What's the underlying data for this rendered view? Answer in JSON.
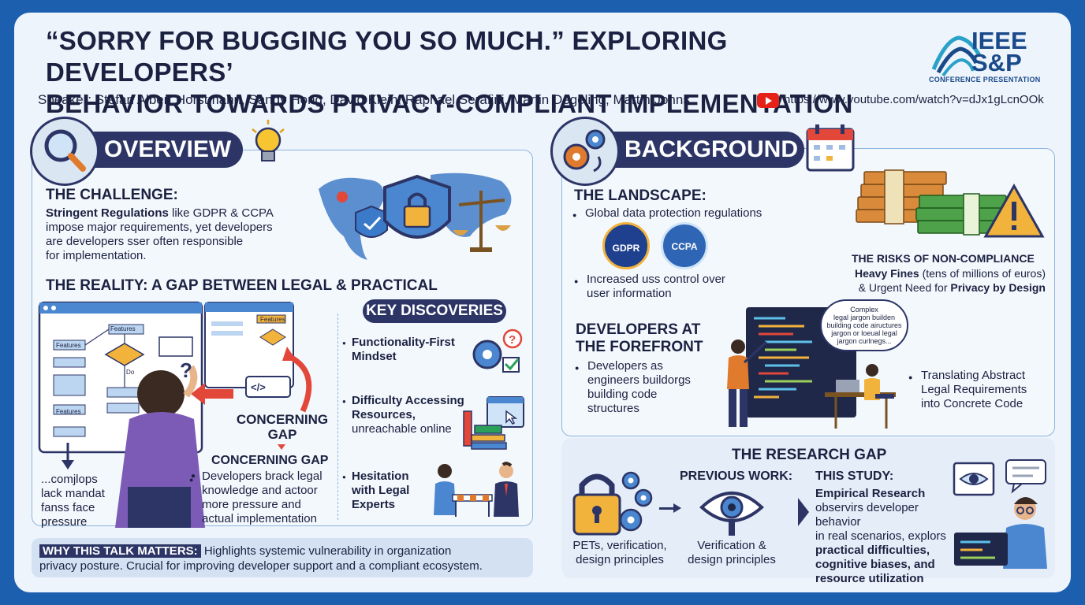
{
  "header": {
    "title_line1": "“SORRY FOR BUGGING YOU SO MUCH.” EXPLORING DEVELOPERS’",
    "title_line2": "BEHAVIOR TOWARDS PRIVACY-COMPLIANT IMPLEMENTATION",
    "speaker": "Speaker: Stefan Albert Horstmann, Sandy Hong, David Klein, Raphael Serafini, Martin Degeling, Martin Johns",
    "video_url": "https://www.youtube.com/watch?v=dJx1gLcnOOk",
    "logo_text_line1": "IEEE",
    "logo_text_line2": "S&P",
    "logo_subtitle": "CONFERENCE PRESENTATION"
  },
  "overview": {
    "banner": "OVERVIEW",
    "challenge_heading": "THE CHALLENGE:",
    "challenge_bold": "Stringent Regulations",
    "challenge_text1": " like GDPR & CCPA",
    "challenge_text2": "impose major requirements, yet developers",
    "challenge_text3": "are developers sser often responsible",
    "challenge_text4": "for implementation.",
    "reality_heading": "THE REALITY: A GAP BETWEEN LEGAL & PRACTICAL",
    "flow_labels": [
      "Features",
      "Features",
      "Features",
      "Features",
      "Do"
    ],
    "gap_caption_line1": "CONCERNING",
    "gap_caption_line2": "GAP",
    "gap_heading": "CONCERNING GAP",
    "gap_text1": "Developers brack legal",
    "gap_text2": "knowledge and actoor",
    "gap_text3": "more pressure and",
    "gap_text4": "actual implementation",
    "left_note1": "...comjlops",
    "left_note2": "lack mandat",
    "left_note3": "fanss face",
    "left_note4": "pressure",
    "key_discoveries": "KEY DISCOVERIES",
    "kd1_line1": "Functionality-First",
    "kd1_line2": "Mindset",
    "kd2_line1": "Difficulty Accessing",
    "kd2_line2": "Resources,",
    "kd2_line3": "unreachable online",
    "kd3_line1": "Hesitation",
    "kd3_line2": "with Legal",
    "kd3_line3": "Experts"
  },
  "why": {
    "label": "WHY THIS TALK MATTERS:",
    "text1": " Highlights systemic vulnerability in organization",
    "text2": "privacy posture. Crucial for improving developer support and a compliant ecosystem."
  },
  "background": {
    "banner": "BACKGROUND",
    "landscape_heading": "THE LANDSCAPE:",
    "landscape_b1": "Global data protection regulations",
    "gdpr": "GDPR",
    "ccpa": "CCPA",
    "landscape_b2_line1": "Increased uss control over",
    "landscape_b2_line2": "user information",
    "risks_heading": "THE RISKS OF NON-COMPLIANCE",
    "risks_line1_a": "Heavy Fines",
    "risks_line1_b": " (tens of millions of euros)",
    "risks_line2_a": "& Urgent Need for ",
    "risks_line2_b": "Privacy by Design",
    "dev_heading_line1": "DEVELOPERS AT",
    "dev_heading_line2": "THE FOREFRONT",
    "dev_b1_line1": "Developers as",
    "dev_b1_line2": "engineers buildorgs",
    "dev_b1_line3": "building code",
    "dev_b1_line4": "structures",
    "cloud_line1": "Complex",
    "cloud_line2": "legal jargon builden",
    "cloud_line3": "building code aiructures",
    "cloud_line4": "jargon or loeual legal",
    "cloud_line5": "jargon curlnegs...",
    "translate_line1": "Translating Abstract",
    "translate_line2": "Legal Requirements",
    "translate_line3": "into Concrete Code"
  },
  "research_gap": {
    "heading": "THE RESEARCH GAP",
    "pets_line1": "PETs, verification,",
    "pets_line2": "design principles",
    "previous_heading": "PREVIOUS WORK:",
    "previous_line1": "Verification &",
    "previous_line2": "design principles",
    "study_heading": "THIS STUDY:",
    "study_line1": "Empirical Research",
    "study_line2": "observirs developer behavior",
    "study_line3": "in real scenarios, explors",
    "study_line4": "practical difficulties,",
    "study_line5": "cognitive biases, and",
    "study_line6": "resource utilization"
  },
  "colors": {
    "frame": "#1b5fae",
    "navy": "#2c3566",
    "accent_red": "#e2473a",
    "gold": "#f2b33d",
    "purple": "#7b5bb5"
  }
}
